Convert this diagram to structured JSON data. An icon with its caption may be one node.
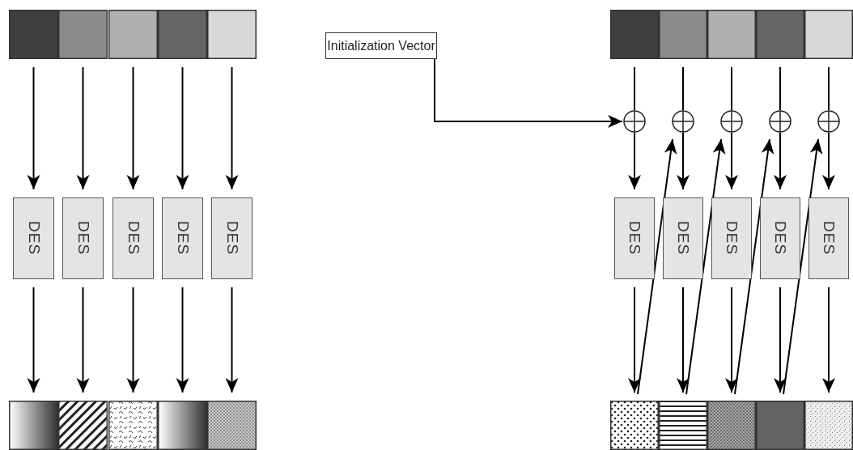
{
  "diagram": {
    "nodes": [
      {
        "text": [],
        "shape": "box"
      },
      {
        "text": [],
        "shape": "box"
      },
      {
        "text": [],
        "shape": "box"
      },
      {
        "text": [],
        "shape": "box"
      },
      {
        "text": [],
        "shape": "box"
      },
      {
        "text": [
          "Initialization Vector"
        ]
      },
      {
        "text": [],
        "shape": "box"
      },
      {
        "text": [],
        "shape": "box"
      },
      {
        "text": [],
        "shape": "box"
      },
      {
        "text": [],
        "shape": "box"
      },
      {
        "text": [],
        "shape": "box"
      },
      {
        "text": [],
        "shape": "circle"
      },
      {
        "text": [],
        "shape": "circle"
      },
      {
        "text": [],
        "shape": "circle"
      },
      {
        "text": [],
        "shape": "circle"
      },
      {
        "text": [],
        "shape": "circle"
      },
      {
        "text": [
          "DES"
        ]
      },
      {
        "text": [
          "DES"
        ]
      },
      {
        "text": [
          "DES"
        ]
      },
      {
        "text": [
          "DES"
        ]
      },
      {
        "text": [
          "DES"
        ]
      },
      {
        "text": [
          "DES"
        ]
      },
      {
        "text": [
          "DES"
        ]
      },
      {
        "text": [
          "DES"
        ]
      },
      {
        "text": [
          "DES"
        ]
      },
      {
        "text": [
          "DES"
        ]
      },
      {
        "text": [],
        "shape": "box"
      },
      {
        "text": [],
        "shape": "box"
      },
      {
        "text": [],
        "shape": "box"
      },
      {
        "text": [],
        "shape": "box"
      },
      {
        "text": [],
        "shape": "box"
      },
      {
        "text": [],
        "shape": "box"
      },
      {
        "text": [],
        "shape": "box"
      },
      {
        "text": [],
        "shape": "box"
      },
      {
        "text": [],
        "shape": "box"
      },
      {
        "text": [],
        "shape": "box"
      }
    ],
    "edges": [
      {
        "from": 0,
        "to": 16,
        "arrow": "to"
      },
      {
        "from": 1,
        "to": 17,
        "arrow": "to"
      },
      {
        "from": 2,
        "to": 18,
        "arrow": "to"
      },
      {
        "from": 3,
        "to": 19,
        "arrow": "to"
      },
      {
        "from": 4,
        "to": 20,
        "arrow": "to"
      },
      {
        "from": 16,
        "to": 26,
        "arrow": "to"
      },
      {
        "from": 17,
        "to": 27,
        "arrow": "to"
      },
      {
        "from": 18,
        "to": 28,
        "arrow": "to"
      },
      {
        "from": 19,
        "to": 29,
        "arrow": "to"
      },
      {
        "from": 20,
        "to": 30,
        "arrow": "to"
      },
      {
        "from": 5,
        "to": 11,
        "arrow": "to"
      },
      {
        "from": 6,
        "to": 11,
        "arrow": "none"
      },
      {
        "from": 7,
        "to": 12,
        "arrow": "none"
      },
      {
        "from": 8,
        "to": 13,
        "arrow": "none"
      },
      {
        "from": 9,
        "to": 14,
        "arrow": "none"
      },
      {
        "from": 10,
        "to": 15,
        "arrow": "none"
      },
      {
        "from": 11,
        "to": 21,
        "arrow": "to"
      },
      {
        "from": 12,
        "to": 22,
        "arrow": "to"
      },
      {
        "from": 13,
        "to": 23,
        "arrow": "to"
      },
      {
        "from": 14,
        "to": 24,
        "arrow": "to"
      },
      {
        "from": 15,
        "to": 25,
        "arrow": "to"
      },
      {
        "from": 21,
        "to": 31,
        "arrow": "to"
      },
      {
        "from": 22,
        "to": 32,
        "arrow": "to"
      },
      {
        "from": 23,
        "to": 33,
        "arrow": "to"
      },
      {
        "from": 24,
        "to": 34,
        "arrow": "to"
      },
      {
        "from": 25,
        "to": 35,
        "arrow": "to"
      },
      {
        "from": 31,
        "to": 12,
        "arrow": "to"
      },
      {
        "from": 32,
        "to": 13,
        "arrow": "to"
      },
      {
        "from": 33,
        "to": 14,
        "arrow": "to"
      },
      {
        "from": 34,
        "to": 15,
        "arrow": "to"
      }
    ]
  }
}
